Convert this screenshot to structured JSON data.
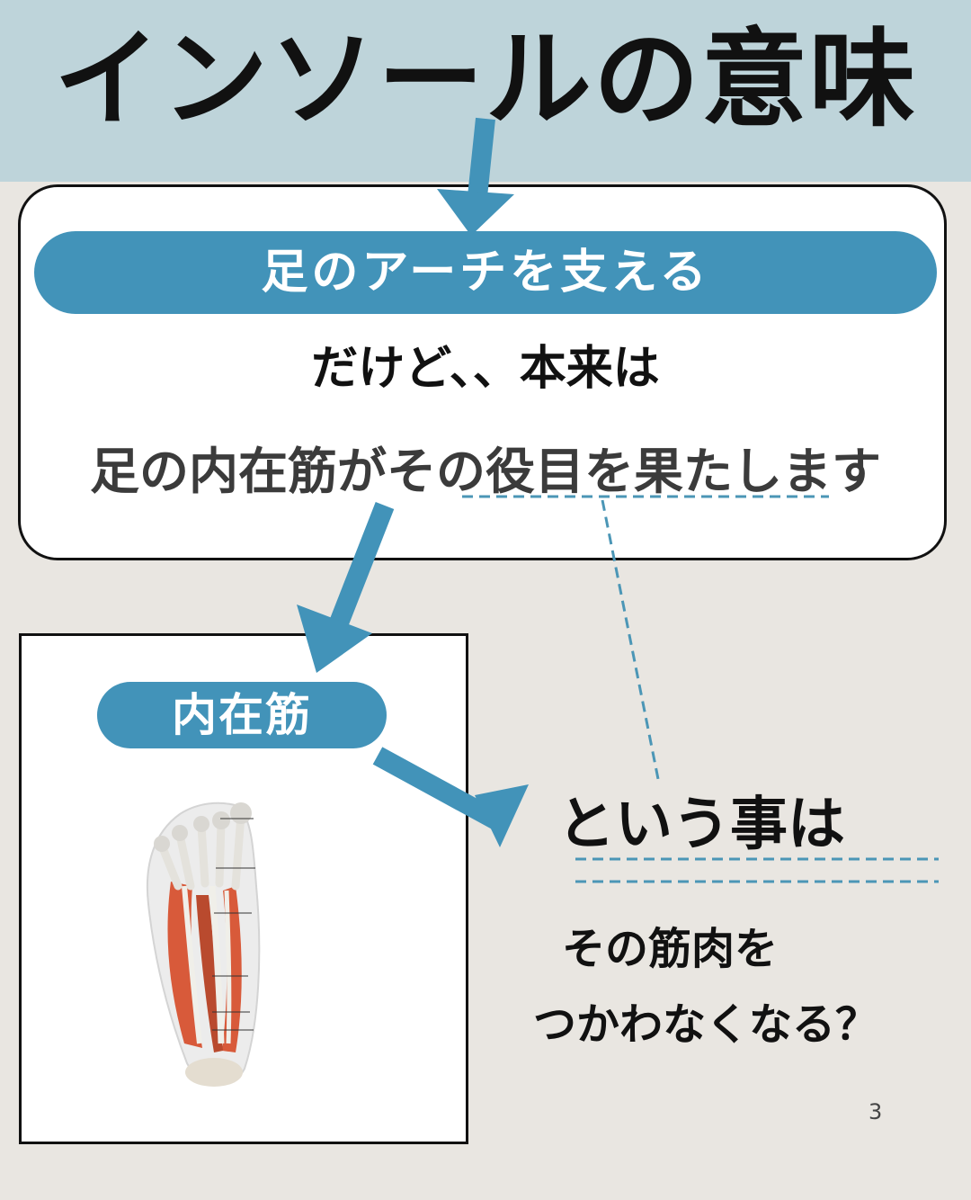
{
  "header": {
    "title": "インソールの意味"
  },
  "card": {
    "pill_label": "足のアーチを支える",
    "line1": "だけど、、本来は",
    "line2": "足の内在筋がその役目を果たします"
  },
  "figure": {
    "pill_label": "内在筋"
  },
  "result": {
    "heading": "という事は",
    "question_line1": "その筋肉を",
    "question_line2": "つかわなくなる？"
  },
  "page_number": "3",
  "colors": {
    "header_bg": "#bed4da",
    "background": "#e9e6e1",
    "accent_blue": "#4293b9",
    "text_dark": "#111111"
  }
}
